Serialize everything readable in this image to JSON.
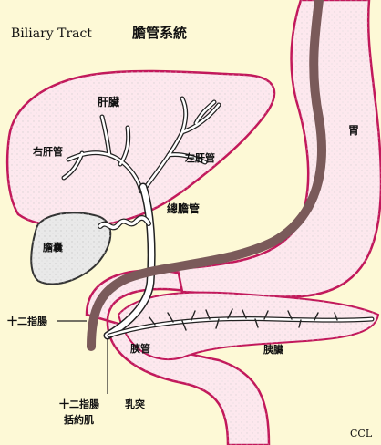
{
  "title": {
    "english": "Biliary Tract",
    "chinese": "膽管系統"
  },
  "labels": {
    "liver": "肝臟",
    "right_hepatic_duct": "右肝管",
    "left_hepatic_duct": "左肝管",
    "stomach": "胃",
    "gallbladder": "膽囊",
    "common_bile_duct": "總膽管",
    "duodenum": "十二指腸",
    "pancreatic_duct": "胰管",
    "pancreas": "胰臟",
    "sphincter_line1": "十二指腸",
    "sphincter_line2": "括約肌",
    "papilla": "乳突",
    "corner_mark": "CCL"
  },
  "colors": {
    "background": "#fdf9d6",
    "organ_fill": "#fde8ee",
    "organ_outline": "#c2185b",
    "stipple": "#d0d0d0",
    "duct": "#ffffff",
    "duct_outline": "#222222",
    "tube": "#7a5a5a"
  }
}
